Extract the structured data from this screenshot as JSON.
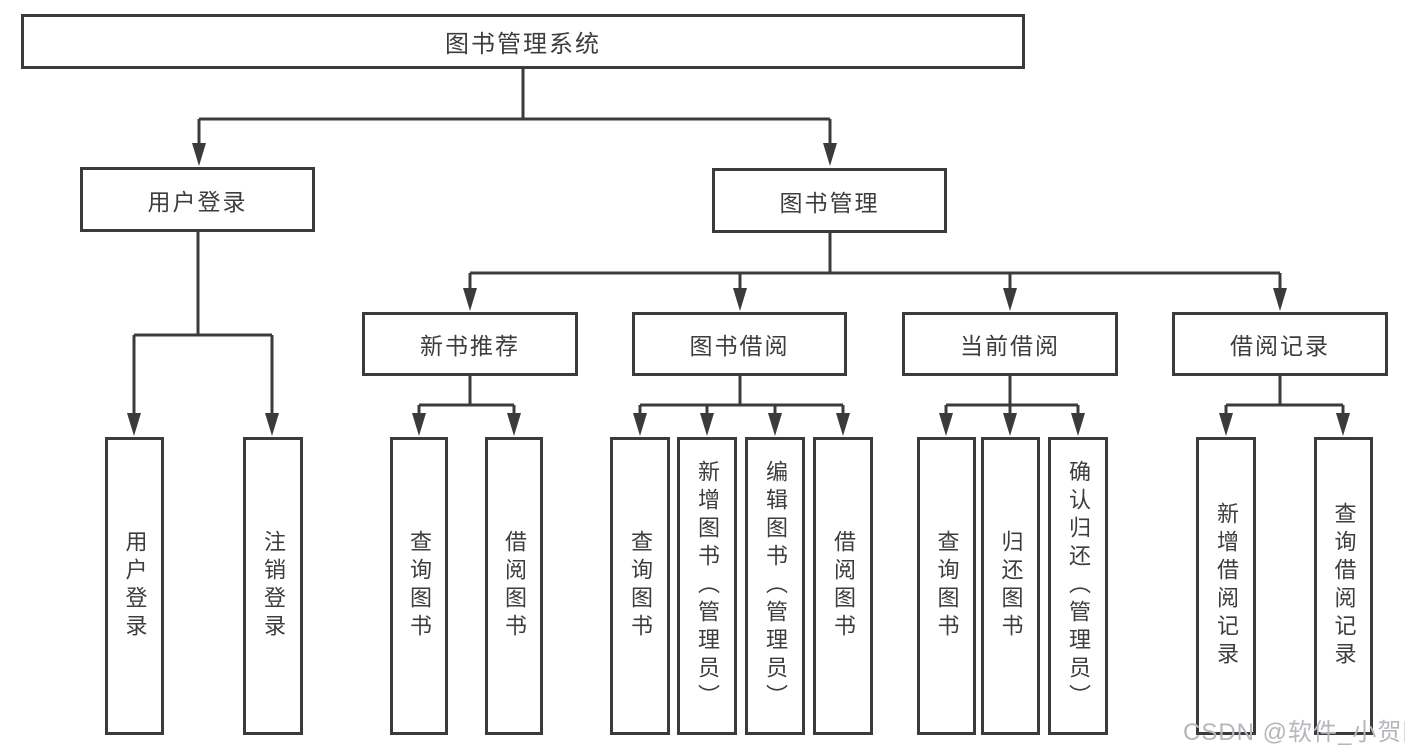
{
  "diagram": {
    "root": "图书管理系统",
    "branches": [
      {
        "label": "用户登录",
        "children": [
          "用户登录",
          "注销登录"
        ]
      },
      {
        "label": "图书管理",
        "children": [
          {
            "label": "新书推荐",
            "children": [
              "查询图书",
              "借阅图书"
            ]
          },
          {
            "label": "图书借阅",
            "children": [
              "查询图书",
              "新增图书（管理员）",
              "编辑图书（管理员）",
              "借阅图书"
            ]
          },
          {
            "label": "当前借阅",
            "children": [
              "查询图书",
              "归还图书",
              "确认归还（管理员）"
            ]
          },
          {
            "label": "借阅记录",
            "children": [
              "新增借阅记录",
              "查询借阅记录"
            ]
          }
        ]
      }
    ]
  },
  "watermark": {
    "text": "CSDN @软件_小贺同学"
  },
  "colors": {
    "line": "#3b3b3b",
    "text": "#3d3d3d",
    "watermark": "#b4b7bc",
    "background": "#ffffff"
  }
}
